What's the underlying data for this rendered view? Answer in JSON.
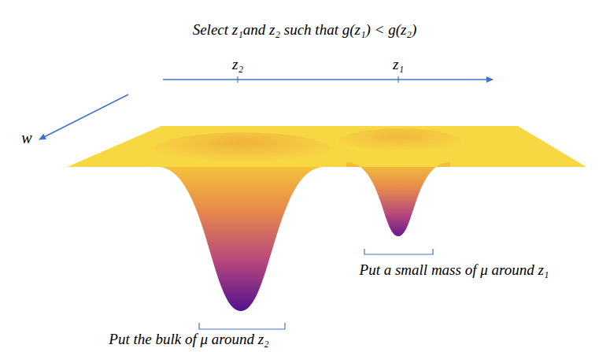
{
  "diagram": {
    "title": "Select z₁and z₂ such that g(z₁) < g(z₂)",
    "labels": [
      "z₂",
      "z₁",
      "w",
      "Put a small mass of μ around z₁",
      "Put the bulk of μ around z₂"
    ]
  }
}
